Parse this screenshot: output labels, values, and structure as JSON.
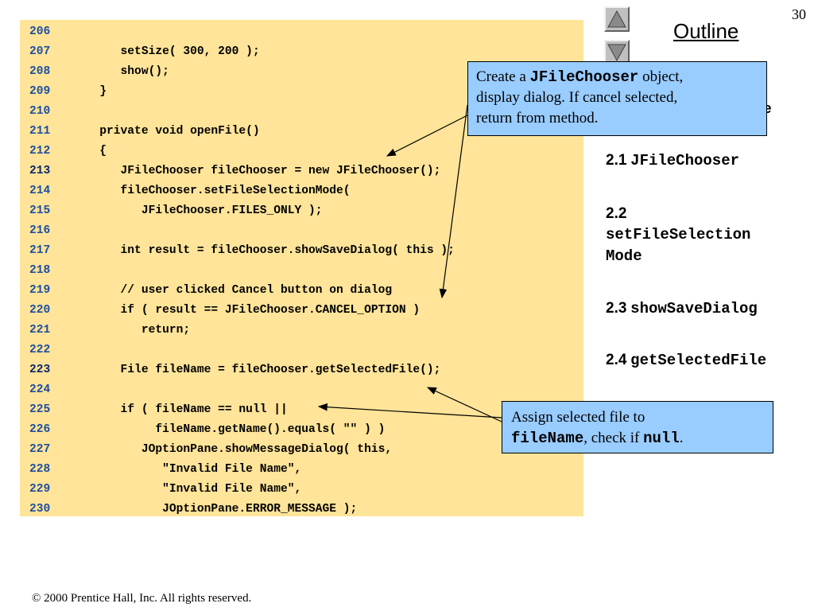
{
  "page_number": "30",
  "outline": {
    "title": "Outline",
    "hidden_fragment": "e",
    "items": [
      {
        "num": "2.1",
        "code": "JFileChooser"
      },
      {
        "num": "2.2",
        "code1": "setFileSelection",
        "code2": "Mode"
      },
      {
        "num": "2.3",
        "code": "showSaveDialog"
      },
      {
        "num": "2.4",
        "code": "getSelectedFile"
      }
    ]
  },
  "nav": {
    "up_icon": "triangle-up-icon",
    "down_icon": "triangle-down-icon"
  },
  "code_lines": [
    {
      "num": "206",
      "text": ""
    },
    {
      "num": "207",
      "text": "      setSize( 300, 200 );"
    },
    {
      "num": "208",
      "text": "      show();"
    },
    {
      "num": "209",
      "text": "   }"
    },
    {
      "num": "210",
      "text": ""
    },
    {
      "num": "211",
      "text": "   private void openFile()"
    },
    {
      "num": "212",
      "text": "   {"
    },
    {
      "num": "213",
      "text": "      JFileChooser fileChooser = new JFileChooser();"
    },
    {
      "num": "214",
      "text": "      fileChooser.setFileSelectionMode("
    },
    {
      "num": "215",
      "text": "         JFileChooser.FILES_ONLY );"
    },
    {
      "num": "216",
      "text": ""
    },
    {
      "num": "217",
      "text": "      int result = fileChooser.showSaveDialog( this );"
    },
    {
      "num": "218",
      "text": ""
    },
    {
      "num": "219",
      "text": "      // user clicked Cancel button on dialog"
    },
    {
      "num": "220",
      "text": "      if ( result == JFileChooser.CANCEL_OPTION )"
    },
    {
      "num": "221",
      "text": "         return;"
    },
    {
      "num": "222",
      "text": ""
    },
    {
      "num": "223",
      "text": "      File fileName = fileChooser.getSelectedFile();"
    },
    {
      "num": "224",
      "text": ""
    },
    {
      "num": "225",
      "text": "      if ( fileName == null ||"
    },
    {
      "num": "226",
      "text": "           fileName.getName().equals( \"\" ) )"
    },
    {
      "num": "227",
      "text": "         JOptionPane.showMessageDialog( this,"
    },
    {
      "num": "228",
      "text": "            \"Invalid File Name\","
    },
    {
      "num": "229",
      "text": "            \"Invalid File Name\","
    },
    {
      "num": "230",
      "text": "            JOptionPane.ERROR_MESSAGE );"
    }
  ],
  "callout_top": {
    "t1": "Create a ",
    "code": "JFileChooser",
    "t2": " object,",
    "line2": "display dialog.  If cancel selected,",
    "line3": "return from method."
  },
  "callout_bottom": {
    "line1": "Assign selected file to",
    "code1": "fileName",
    "t1": ", check if ",
    "code2": "null",
    "t2": "."
  },
  "footer": "© 2000 Prentice Hall, Inc.  All rights reserved.",
  "colors": {
    "code_background": "#FFE499",
    "callout_background": "#99CCFF",
    "line_number": "#1f4fa0"
  }
}
